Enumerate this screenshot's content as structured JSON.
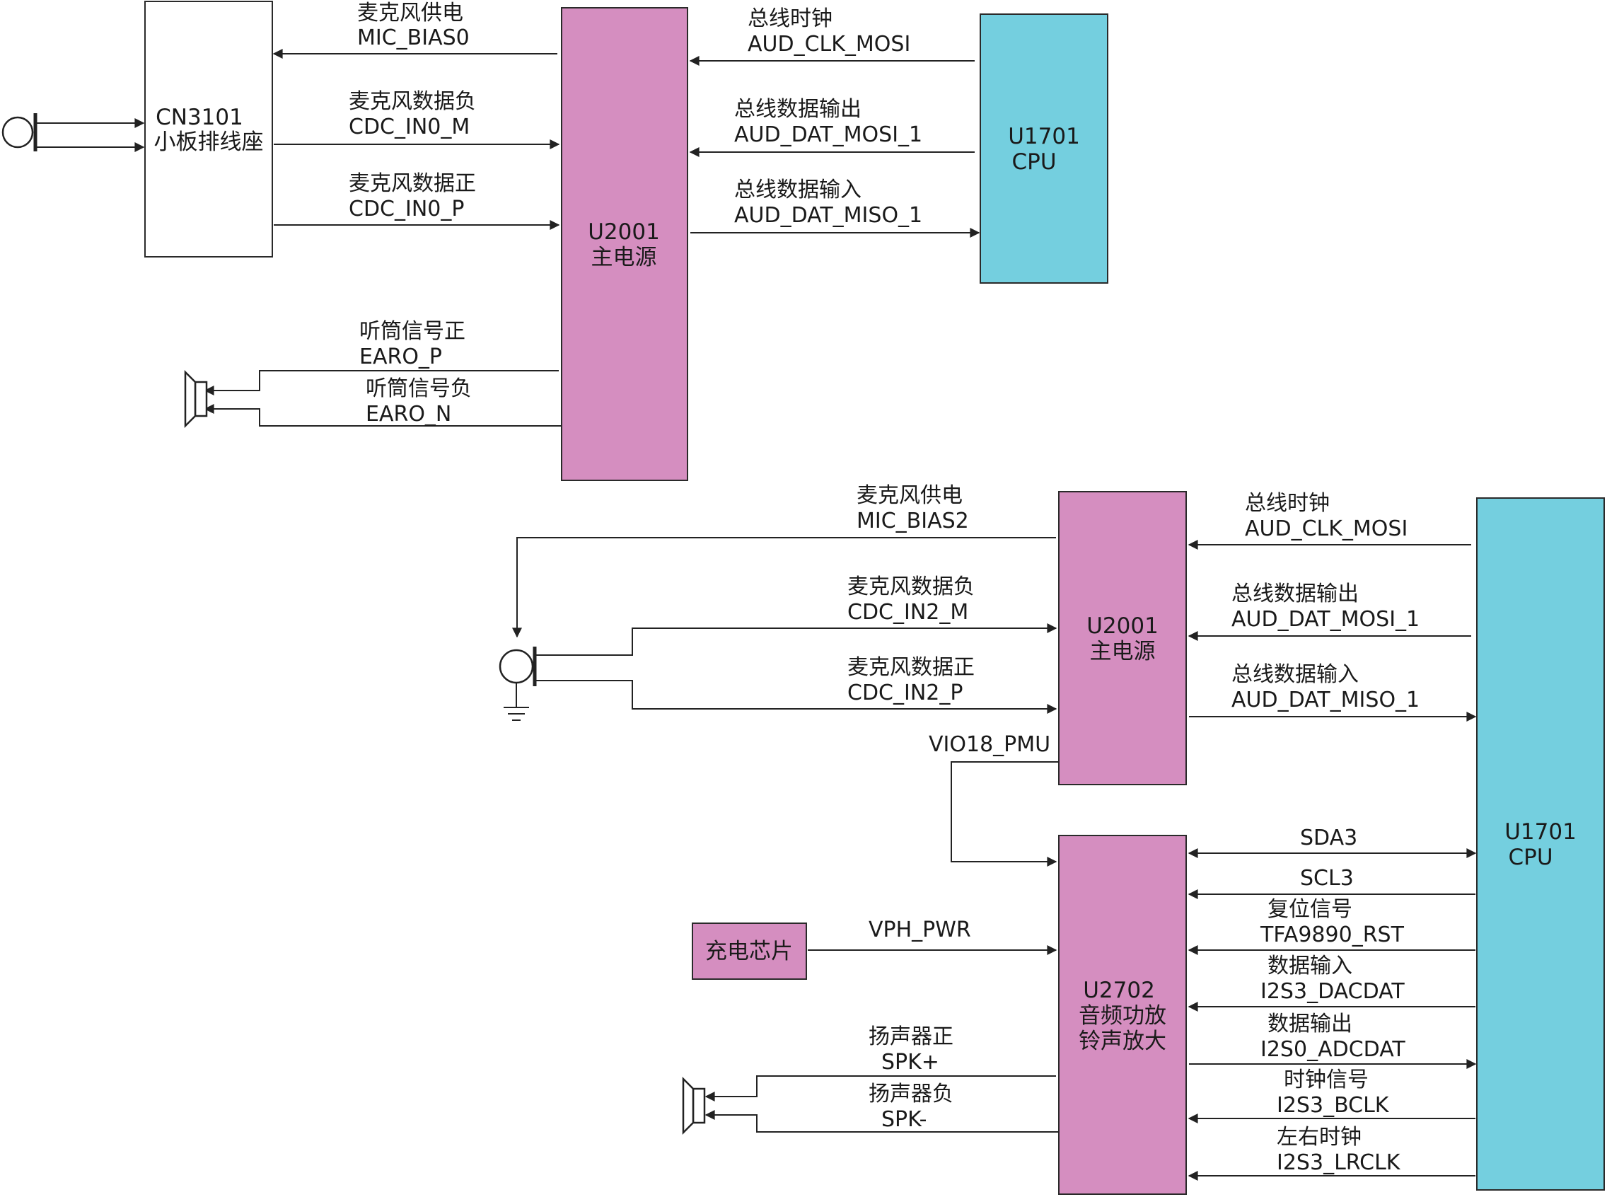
{
  "blocks": {
    "cn3101": {
      "line1": "CN3101",
      "line2": "小板排线座"
    },
    "u2001_top": {
      "line1": "U2001",
      "line2": "主电源"
    },
    "u1701_top": {
      "line1": "U1701",
      "line2": "CPU"
    },
    "u2001_bottom": {
      "line1": "U2001",
      "line2": "主电源"
    },
    "u2702": {
      "line1": "U2702",
      "line2": "音频功放",
      "line3": "铃声放大"
    },
    "u1701_bottom": {
      "line1": "U1701",
      "line2": "CPU"
    },
    "charger": {
      "line1": "充电芯片"
    }
  },
  "signals_top_left": [
    {
      "cn": "麦克风供电",
      "en": "MIC_BIAS0"
    },
    {
      "cn": "麦克风数据负",
      "en": "CDC_IN0_M"
    },
    {
      "cn": "麦克风数据正",
      "en": "CDC_IN0_P"
    },
    {
      "cn": "听筒信号正",
      "en": "EARO_P"
    },
    {
      "cn": "听筒信号负",
      "en": "EARO_N"
    }
  ],
  "signals_top_right": [
    {
      "cn": "总线时钟",
      "en": "AUD_CLK_MOSI"
    },
    {
      "cn": "总线数据输出",
      "en": "AUD_DAT_MOSI_1"
    },
    {
      "cn": "总线数据输入",
      "en": "AUD_DAT_MISO_1"
    }
  ],
  "signals_bottom_left": [
    {
      "cn": "麦克风供电",
      "en": "MIC_BIAS2"
    },
    {
      "cn": "麦克风数据负",
      "en": "CDC_IN2_M"
    },
    {
      "cn": "麦克风数据正",
      "en": "CDC_IN2_P"
    },
    {
      "en": "VIO18_PMU"
    },
    {
      "en": "VPH_PWR"
    },
    {
      "cn": "扬声器正",
      "en": "SPK+"
    },
    {
      "cn": "扬声器负",
      "en": "SPK-"
    }
  ],
  "signals_bottom_right": [
    {
      "cn": "总线时钟",
      "en": "AUD_CLK_MOSI"
    },
    {
      "cn": "总线数据输出",
      "en": "AUD_DAT_MOSI_1"
    },
    {
      "cn": "总线数据输入",
      "en": "AUD_DAT_MISO_1"
    },
    {
      "en": "SDA3"
    },
    {
      "en": "SCL3"
    },
    {
      "cn": "复位信号",
      "en": "TFA9890_RST"
    },
    {
      "cn": "数据输入",
      "en": "I2S3_DACDAT"
    },
    {
      "cn": "数据输出",
      "en": "I2S0_ADCDAT"
    },
    {
      "cn": "时钟信号",
      "en": "I2S3_BCLK"
    },
    {
      "cn": "左右时钟",
      "en": "I2S3_LRCLK"
    }
  ]
}
